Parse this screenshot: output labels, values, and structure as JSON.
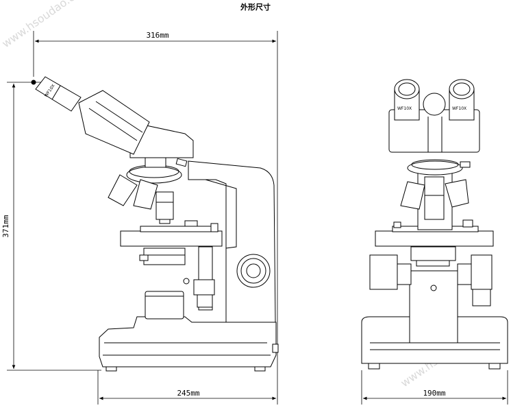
{
  "title": "外形尺寸",
  "dimensions": {
    "width_side": "316mm",
    "height": "371mm",
    "base_depth": "245mm",
    "base_width": "190mm"
  },
  "eyepiece_marking": "WF10X",
  "watermarks": [
    "www.hsoudao.com",
    "www.hsoudao.com"
  ]
}
